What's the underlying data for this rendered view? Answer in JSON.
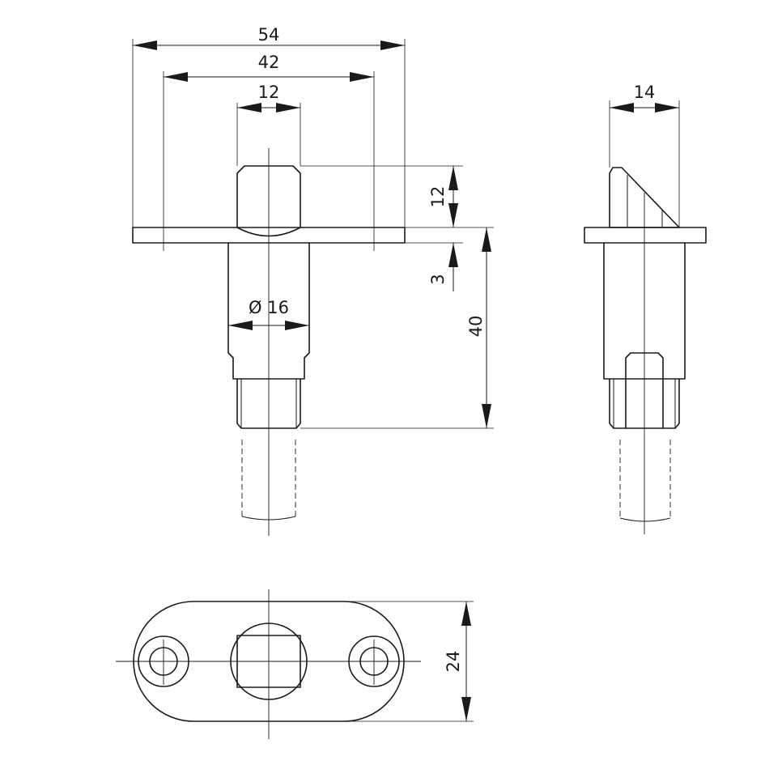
{
  "dimensions": {
    "flange_width": "54",
    "hole_spacing": "42",
    "bolt_width": "12",
    "bolt_projection": "12",
    "flange_thickness": "3",
    "body_length": "40",
    "body_diameter": "Ø 16",
    "bolt_thickness": "14",
    "flange_height": "24"
  }
}
